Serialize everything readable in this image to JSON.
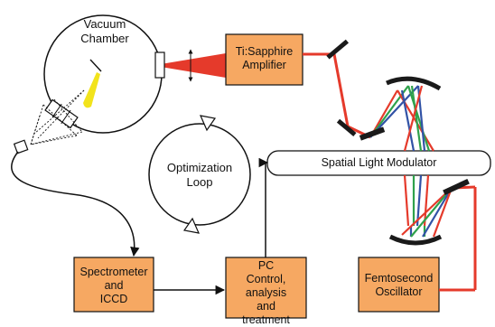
{
  "labels": {
    "vacuum_chamber": "Vacuum\nChamber",
    "amplifier": "Ti:Sapphire\nAmplifier",
    "slm": "Spatial Light Modulator",
    "optimization_loop": "Optimization\nLoop",
    "spectrometer": "Spectrometer\nand\nICCD",
    "pc": "PC\nControl, analysis\nand\ntreatment",
    "oscillator": "Femtosecond\nOscillator"
  },
  "colors": {
    "box_fill": "#F6A862",
    "beam_red": "#E53A2B",
    "beam_green": "#2FA14B",
    "beam_blue": "#3253A6",
    "plume_yellow": "#F2E31C",
    "mirror": "#1A1A1A",
    "line": "#111111"
  }
}
